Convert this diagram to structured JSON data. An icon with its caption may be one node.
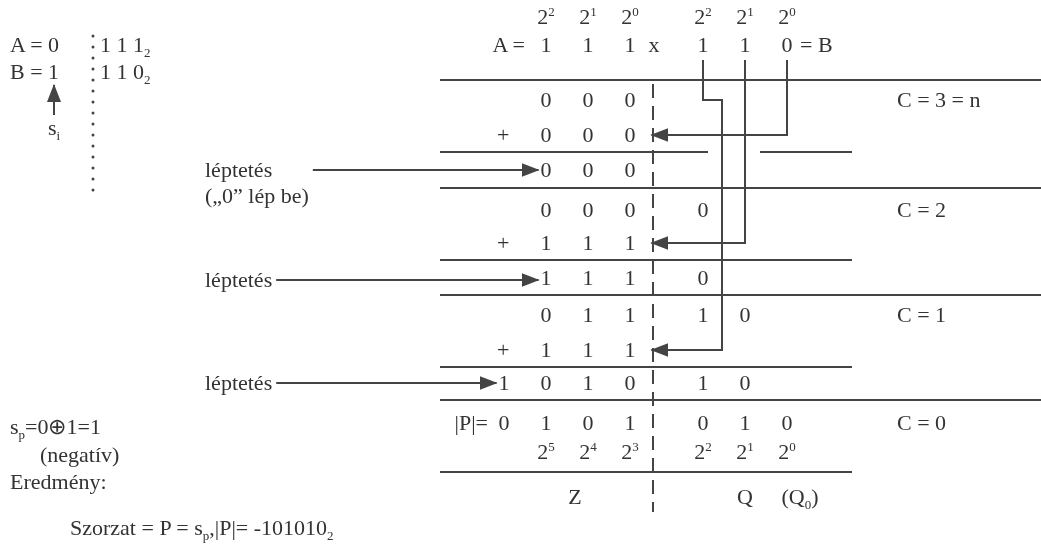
{
  "diagram": {
    "nodes": [
      {
        "text": [
          "1"
        ]
      },
      {
        "text": [
          "1"
        ]
      },
      {
        "text": [
          "0"
        ]
      },
      {
        "text": [
          "s$_{i}$"
        ]
      },
      {
        "text": [
          "+ 0 0 0"
        ]
      },
      {
        "text": [
          "léptetés",
          "(„0” lép be)"
        ]
      },
      {
        "text": [
          "+ 1 1 1"
        ]
      },
      {
        "text": [
          "léptetés"
        ]
      },
      {
        "text": [
          "+ 1 1 1"
        ]
      },
      {
        "text": [
          "léptetés"
        ]
      },
      {
        "text": [
          "B = 1"
        ]
      },
      {
        "text": [
          "0 0 0"
        ]
      },
      {
        "text": [
          "1 1 1"
        ]
      },
      {
        "text": [
          "1 0 1 0"
        ]
      }
    ],
    "edges": [
      {
        "from": 2,
        "to": 4,
        "arrow": "to"
      },
      {
        "from": 1,
        "to": 6,
        "arrow": "to"
      },
      {
        "from": 0,
        "to": 8,
        "arrow": "to"
      },
      {
        "from": 3,
        "to": 10,
        "arrow": "to"
      },
      {
        "from": 5,
        "to": 11,
        "arrow": "to"
      },
      {
        "from": 7,
        "to": 12,
        "arrow": "to"
      },
      {
        "from": 9,
        "to": 13,
        "arrow": "to"
      }
    ],
    "labels": [
      "2$^{2}$",
      "2$^{1}$",
      "2$^{0}$",
      "2$^{2}$",
      "2$^{1}$",
      "2$^{0}$",
      "A = 0",
      "1 1 1$_{2}$",
      "A =",
      "1 1 1",
      "x",
      "= B",
      "1 1 0$_{2}$",
      "0 0 0",
      "C = 3 = n",
      "0 0 0",
      "0",
      "C = 2",
      "0",
      "0 1 1",
      "1 0",
      "C = 1",
      "1 0",
      "s$_{p}$=0⊕1=1",
      "|P|=",
      "0 1 0 1",
      "0 1 0",
      "C = 0",
      "(negatív)",
      "2$^{5}$",
      "2$^{4}$",
      "2$^{3}$",
      "2$^{2}$",
      "2$^{1}$",
      "2$^{0}$",
      "Eredmény:",
      "Z",
      "Q",
      "(Q$_{0}$)",
      "Szorzat = P = s$_{p}$,|P|= -101010$_{2}$"
    ]
  }
}
